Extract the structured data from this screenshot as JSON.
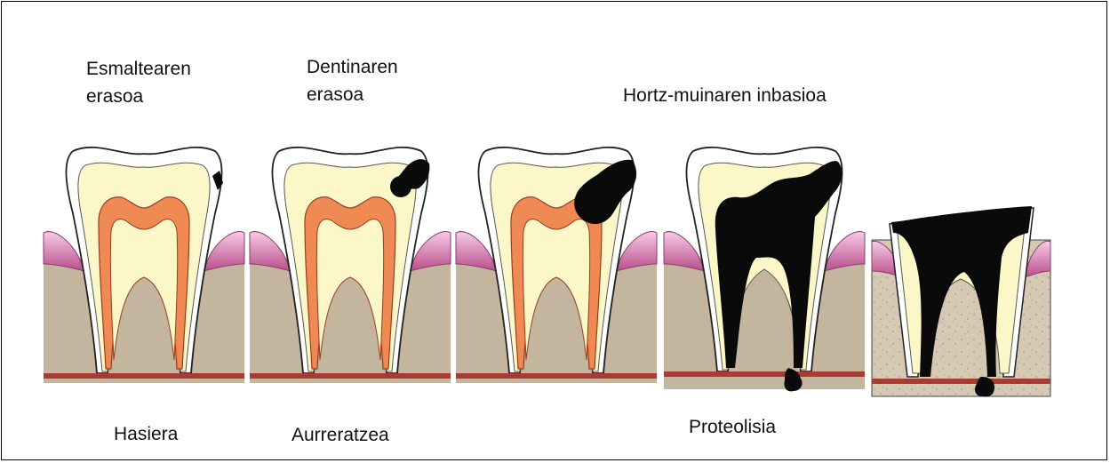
{
  "stage_labels": {
    "enamel_attack_line1": "Esmaltearen",
    "enamel_attack_line2": "erasoa",
    "dentin_attack_line1": "Dentinaren",
    "dentin_attack_line2": "erasoa",
    "pulp_invasion": "Hortz-muinaren inbasioa"
  },
  "phase_labels": {
    "start": "Hasiera",
    "progression": "Aurreratzea",
    "proteolysis": "Proteolisia"
  },
  "colors": {
    "enamel": "#ffffff",
    "dentin": "#fbf7c8",
    "pulp": "#f08a54",
    "pulp_outline": "#9a3d1e",
    "decay": "#0a0a0a",
    "bone": "#c3b59e",
    "bone_speckled": "#d4c7b0",
    "gum": "#c9619d",
    "gum_light": "#f6c4e2",
    "vessel": "#a83b33"
  }
}
